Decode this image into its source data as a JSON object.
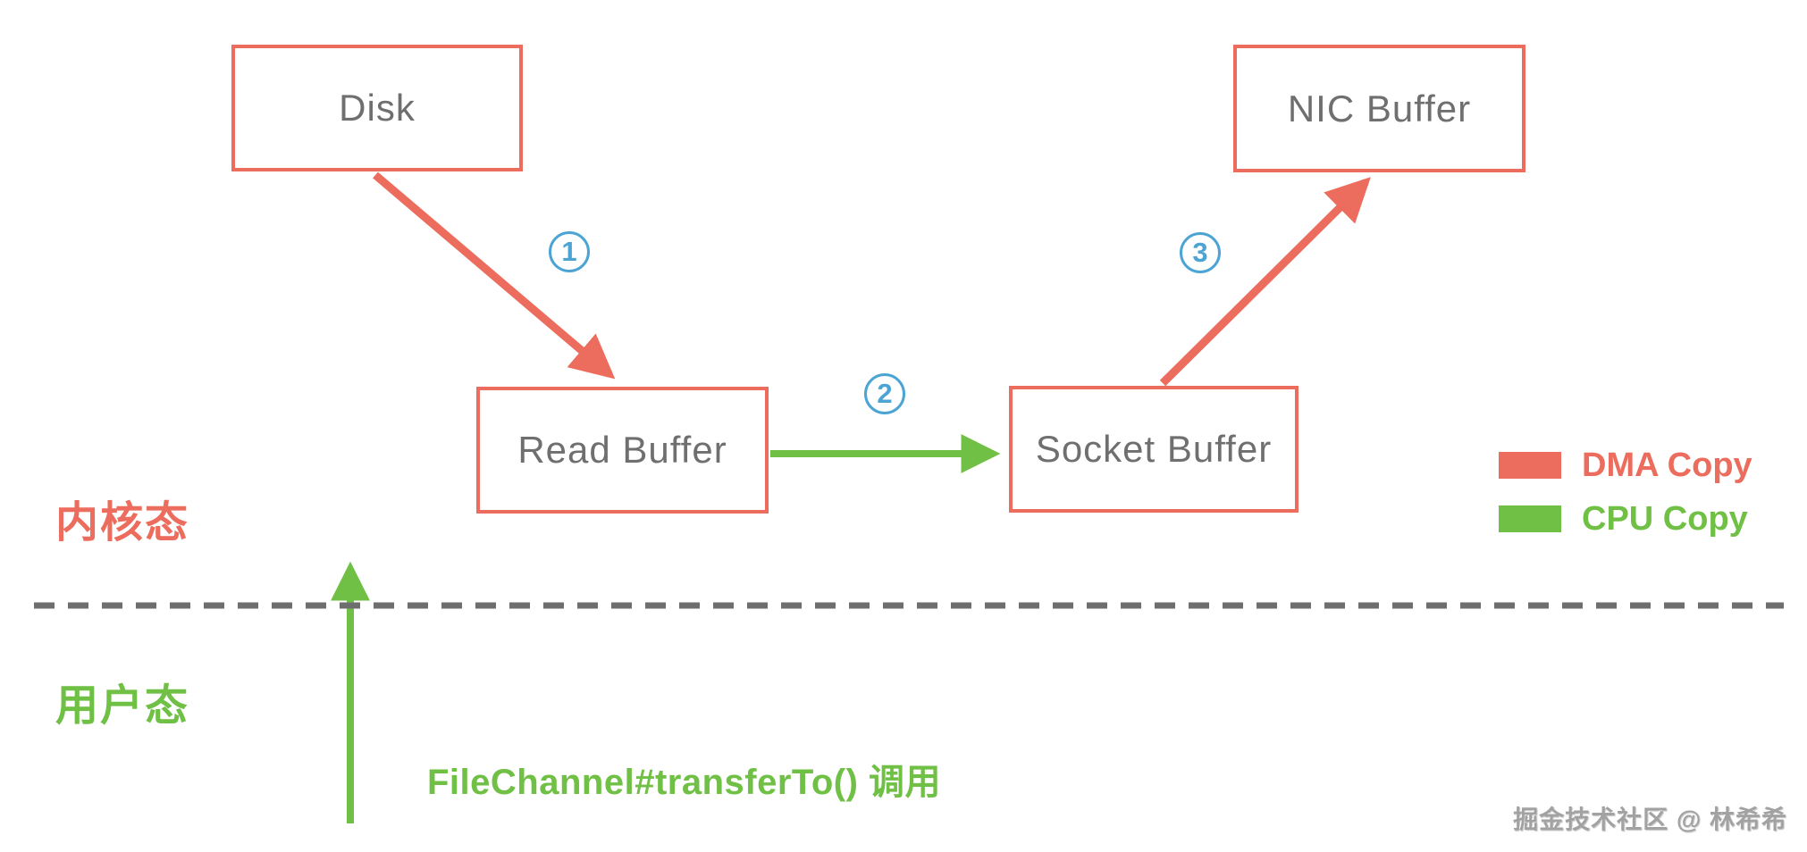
{
  "colors": {
    "dma": "#ec6c5d",
    "cpu": "#6fc045",
    "step": "#4ba4d3",
    "text": "#6f6f6f",
    "divider": "#6e6e6e",
    "watermark": "#a2a2a2"
  },
  "boxes": {
    "disk": {
      "label": "Disk"
    },
    "read_buffer": {
      "label": "Read Buffer"
    },
    "socket_buffer": {
      "label": "Socket Buffer"
    },
    "nic_buffer": {
      "label": "NIC Buffer"
    }
  },
  "steps": [
    {
      "label": "1"
    },
    {
      "label": "2"
    },
    {
      "label": "3"
    }
  ],
  "zones": {
    "kernel": "内核态",
    "user": "用户态"
  },
  "call_label": "FileChannel#transferTo() 调用",
  "legend": [
    {
      "label": "DMA Copy",
      "color_key": "dma"
    },
    {
      "label": "CPU Copy",
      "color_key": "cpu"
    }
  ],
  "watermark": "掘金技术社区 @ 林希希"
}
